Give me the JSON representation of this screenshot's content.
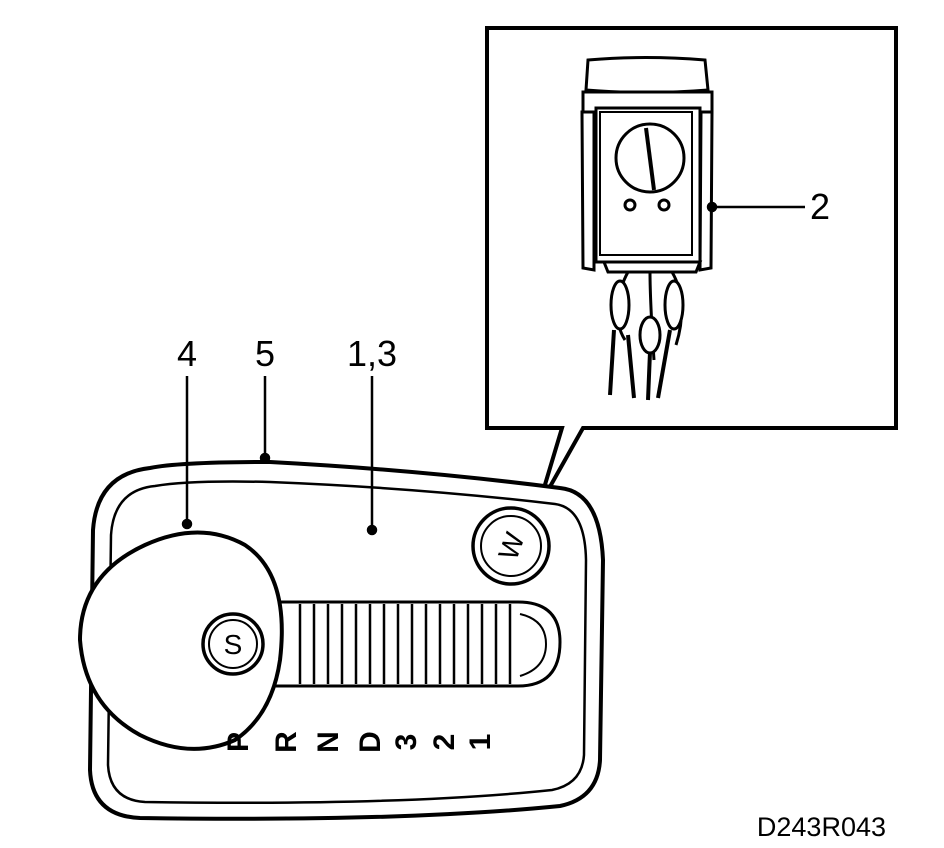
{
  "figure": {
    "figure_id": "D243R043"
  },
  "callouts": {
    "c1": "4",
    "c2": "5",
    "c3": "1,3",
    "c4": "2"
  },
  "buttons": {
    "sport": "S",
    "winter": "W"
  },
  "gear_positions": [
    "P",
    "R",
    "N",
    "D",
    "3",
    "2",
    "1"
  ],
  "colors": {
    "line": "#000000",
    "background": "#ffffff"
  }
}
